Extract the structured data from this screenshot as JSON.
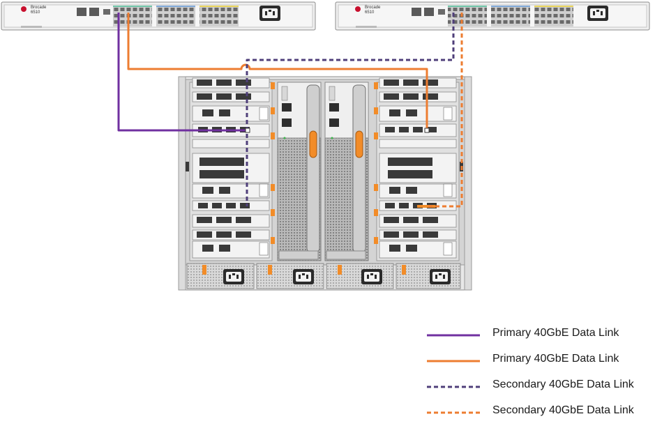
{
  "switches": [
    {
      "brand": "Brocade",
      "model": "6510"
    },
    {
      "brand": "Brocade",
      "model": "6510"
    }
  ],
  "colors": {
    "primary_purple": "#7030a0",
    "primary_orange": "#ed7d31",
    "secondary_purple": "#4f3f7a",
    "secondary_orange": "#ed7d31",
    "chassis_light": "#e6e6e6",
    "chassis_dark": "#3c3c3c",
    "accent_orange": "#f28c28"
  },
  "legend": [
    {
      "label": "Primary 40GbE Data Link",
      "color": "#7030a0",
      "style": "solid"
    },
    {
      "label": "Primary 40GbE Data Link",
      "color": "#ed7d31",
      "style": "solid"
    },
    {
      "label": "Secondary 40GbE Data Link",
      "color": "#4f3f7a",
      "style": "dashed"
    },
    {
      "label": "Secondary 40GbE Data Link",
      "color": "#ed7d31",
      "style": "dashed"
    }
  ]
}
